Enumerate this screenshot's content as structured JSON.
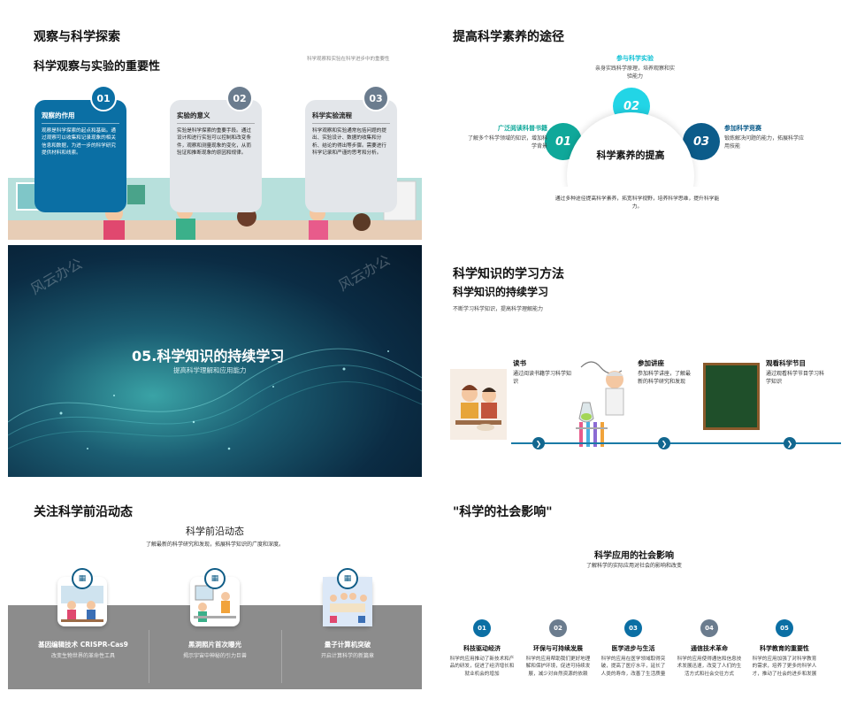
{
  "slide1": {
    "title": "观察与科学探索",
    "subtitle": "科学观察与实验的重要性",
    "note": "科学观察和实验在科学进步中的重要性",
    "cards": [
      {
        "num": "01",
        "title": "观察的作用",
        "desc": "观察是科学探索的起点和基础。通过观察可以收集和记录现象的相关信息和数据，为进一步的科学研究提供材料和线索。"
      },
      {
        "num": "02",
        "title": "实验的意义",
        "desc": "实验是科学探索的重要手段。通过设计和进行实验可以控制和改变条件，观察和测量现象的变化，从而验证和推断现象的原因和规律。"
      },
      {
        "num": "03",
        "title": "科学实验流程",
        "desc": "科学观察和实验通常包括问题的提出、实验设计、数据的收集和分析、结论的得出等步骤。需要进行科学记录和严谨的思考和分析。"
      }
    ],
    "colors": {
      "blue": "#0b6fa4",
      "gray": "#6b7c8e"
    }
  },
  "slide2": {
    "title": "提高科学素养的途径",
    "center": "科学素养的提高",
    "items": [
      {
        "num": "01",
        "title": "广泛阅读科普书籍",
        "desc": "了解多个科学领域的知识，增加科学背景"
      },
      {
        "num": "02",
        "title": "参与科学实验",
        "desc": "亲身实践科学原理，培养观察和实验能力"
      },
      {
        "num": "03",
        "title": "参加科学竞赛",
        "desc": "锻炼解决问题的能力，拓展科学应用技能"
      }
    ],
    "bottom": "通过多种途径提高科学素养，拓宽科学视野，培养科学思维，提升科学能力。",
    "colors": {
      "teal": "#0fa89a",
      "cyan": "#22d5e6",
      "navy": "#0c5c8a"
    }
  },
  "slide3": {
    "watermark": "风云办公",
    "title": "05.科学知识的持续学习",
    "subtitle": "提高科学理解和应用能力"
  },
  "slide4": {
    "title": "科学知识的学习方法",
    "subtitle": "科学知识的持续学习",
    "desc": "不断学习科学知识，提高科学理解能力",
    "items": [
      {
        "title": "读书",
        "desc": "通过阅读书籍学习科学知识"
      },
      {
        "title": "参加讲座",
        "desc": "参加科学讲座，了解最新的科学研究和发现"
      },
      {
        "title": "观看科学节目",
        "desc": "通过观看科学节目学习科学知识"
      }
    ],
    "arrow_icon": "chevron-right-icon"
  },
  "slide5": {
    "title": "关注科学前沿动态",
    "subtitle": "科学前沿动态",
    "desc": "了解最新的科学研究和发现，拓展科学知识的广度和深度。",
    "items": [
      {
        "title": "基因编辑技术 CRISPR-Cas9",
        "desc": "改变生物世界的革命性工具"
      },
      {
        "title": "黑洞照片首次曝光",
        "desc": "揭示宇宙中神秘的引力巨兽"
      },
      {
        "title": "量子计算机突破",
        "desc": "开启计算科学的新篇章"
      }
    ]
  },
  "slide6": {
    "title": "\"科学的社会影响\"",
    "subtitle": "科学应用的社会影响",
    "desc": "了解科学的实际应用对社会的影响和改变",
    "items": [
      {
        "num": "01",
        "title": "科技驱动经济",
        "desc": "科学的应用推动了新技术和产品的研发，促进了经济增长和就业机会的增加",
        "color": "#0b6fa4"
      },
      {
        "num": "02",
        "title": "环保与可持续发展",
        "desc": "科学的应用帮助我们更好地理解和保护环境，促进可持续发展，减少对自然资源的依赖",
        "color": "#6b7c8e"
      },
      {
        "num": "03",
        "title": "医学进步与生活",
        "desc": "科学的应用在医学领域取得突破，提高了医疗水平，延长了人类的寿命，改善了生活质量",
        "color": "#0b6fa4"
      },
      {
        "num": "04",
        "title": "通信技术革命",
        "desc": "科学的应用使得通信和信息技术发展迅速，改变了人们的生活方式和社会交往方式",
        "color": "#6b7c8e"
      },
      {
        "num": "05",
        "title": "科学教育的重要性",
        "desc": "科学的应用加强了对科学教育的需求，培养了更多的科学人才，推动了社会的进步和发展",
        "color": "#0b6fa4"
      }
    ]
  }
}
